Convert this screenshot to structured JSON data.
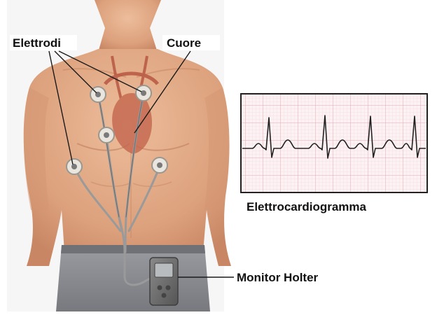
{
  "labels": {
    "electrodes": "Elettrodi",
    "heart": "Cuore",
    "ecg": "Elettrocardiogramma",
    "monitor": "Monitor Holter"
  },
  "colors": {
    "skin": "#e6ab87",
    "skin_dark": "#c98a66",
    "pants": "#8d8f93",
    "ecg_paper": "#fbeff0",
    "ecg_grid": "#e9b9c1",
    "ecg_trace": "#222222",
    "device": "#6e6e6e"
  },
  "icons": {
    "electrode": "electrode-icon",
    "monitor": "holter-monitor-icon"
  }
}
